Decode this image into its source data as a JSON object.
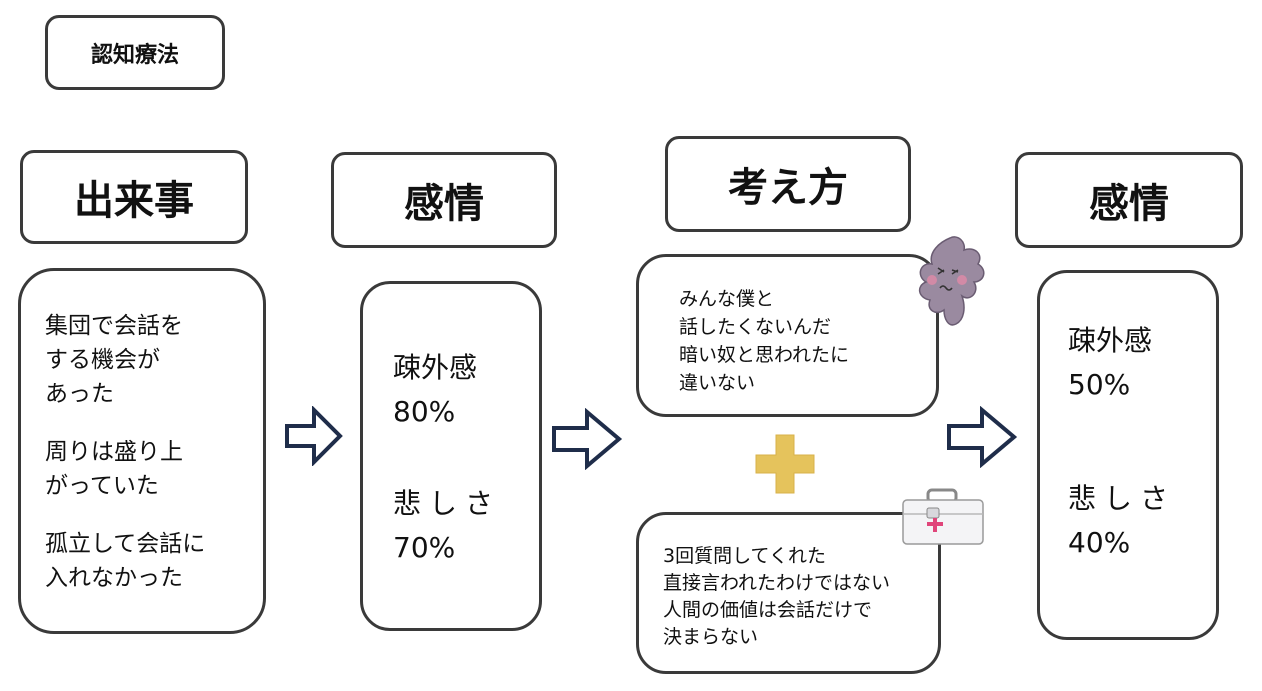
{
  "title": "認知療法",
  "headers": {
    "event": "出来事",
    "emotion_before": "感情",
    "thinking": "考え方",
    "emotion_after": "感情"
  },
  "event": {
    "lines_a": [
      "集団で会話を",
      "する機会が",
      "あった"
    ],
    "lines_b": [
      "周りは盛り上",
      "がっていた"
    ],
    "lines_c": [
      "孤立して会話に",
      "入れなかった"
    ]
  },
  "emotion_before": {
    "label1": "疎外感",
    "value1": "80%",
    "label2": "悲しさ",
    "value2": "70%"
  },
  "thinking": {
    "negative_lines": [
      "みんな僕と",
      "話したくないんだ",
      "暗い奴と思われたに",
      "違いない"
    ],
    "positive_lines": [
      "3回質問してくれた",
      "直接言われたわけではない",
      "人間の価値は会話だけで",
      "決まらない"
    ]
  },
  "emotion_after": {
    "label1": "疎外感",
    "value1": "50%",
    "label2": "悲しさ",
    "value2": "40%"
  },
  "colors": {
    "border": "#3a3a3a",
    "arrow": "#1f2d4a",
    "plus": "#e5c35c",
    "germ": "#9a8aa0"
  },
  "icons": [
    "germ-icon",
    "first-aid-kit-icon",
    "plus-icon",
    "right-arrow-icon"
  ]
}
